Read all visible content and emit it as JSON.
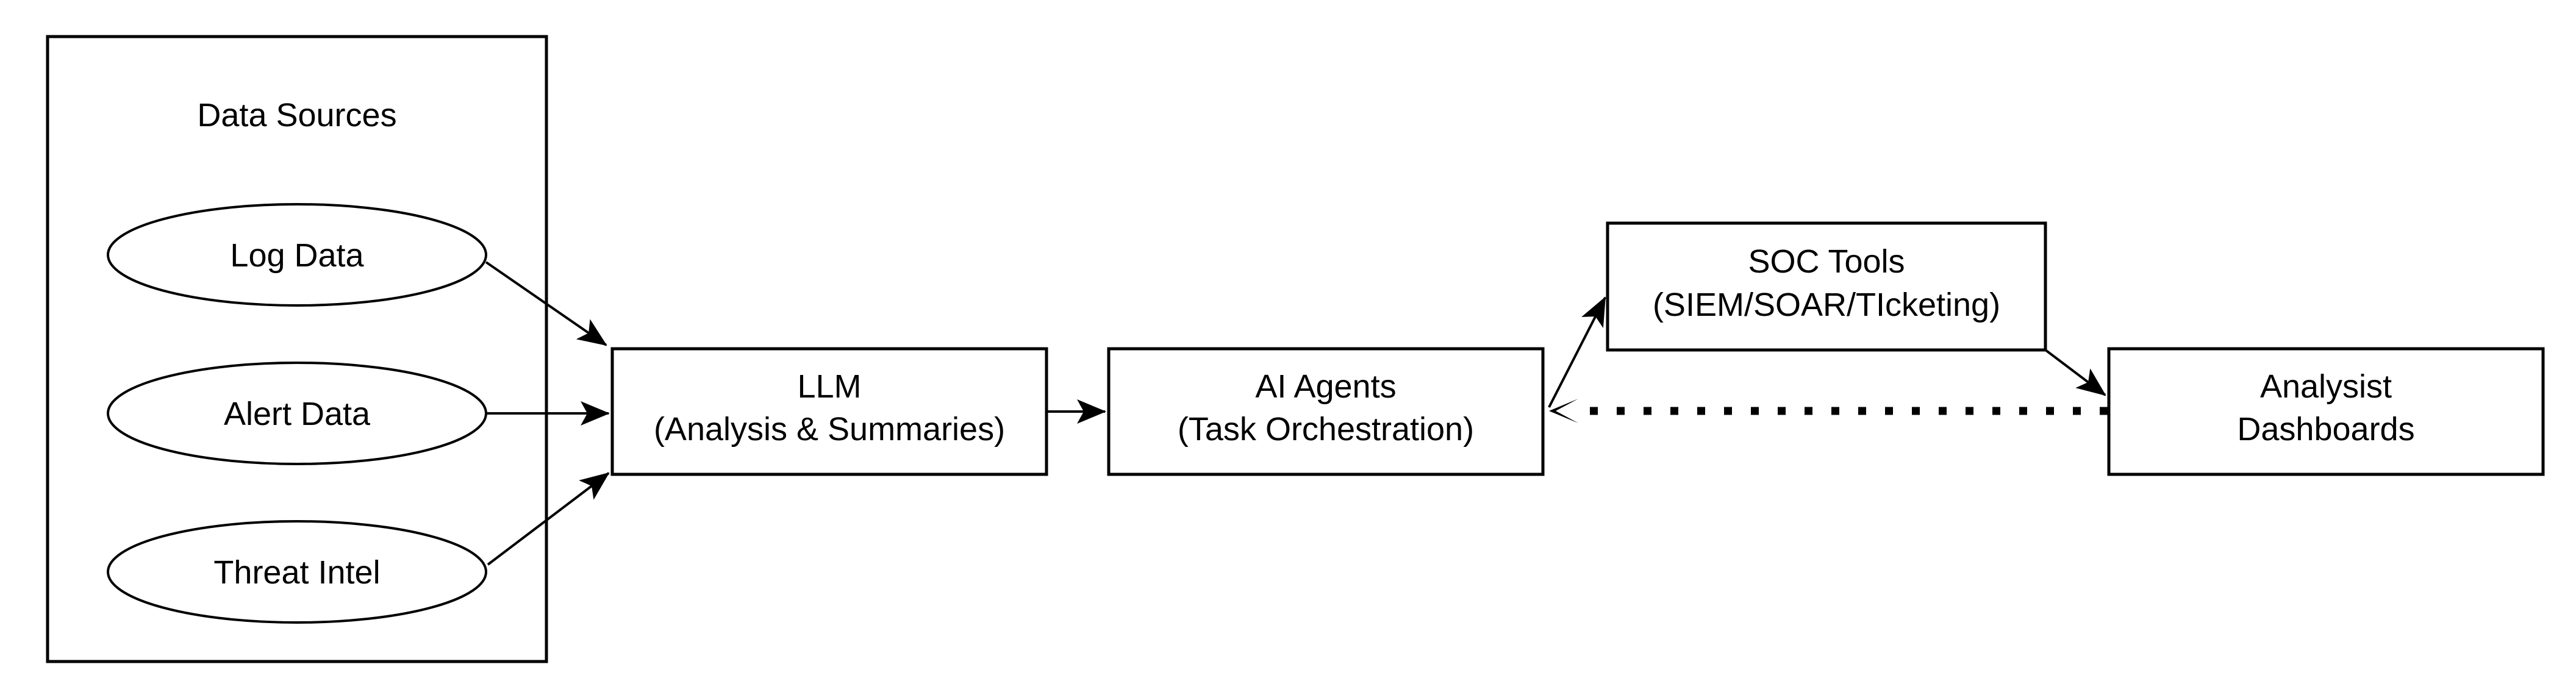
{
  "diagram": {
    "title": "Data Sources",
    "sources": [
      {
        "label": "Log Data"
      },
      {
        "label": "Alert Data"
      },
      {
        "label": "Threat Intel"
      }
    ],
    "llm": {
      "line1": "LLM",
      "line2": "(Analysis & Summaries)"
    },
    "agents": {
      "line1": "AI Agents",
      "line2": "(Task Orchestration)"
    },
    "soc": {
      "line1": "SOC Tools",
      "line2": "(SIEM/SOAR/TIcketing)"
    },
    "dashboards": {
      "line1": "Analysist",
      "line2": "Dashboards"
    },
    "colors": {
      "stroke": "#000000",
      "fill": "#ffffff",
      "background": "#ffffff"
    }
  }
}
